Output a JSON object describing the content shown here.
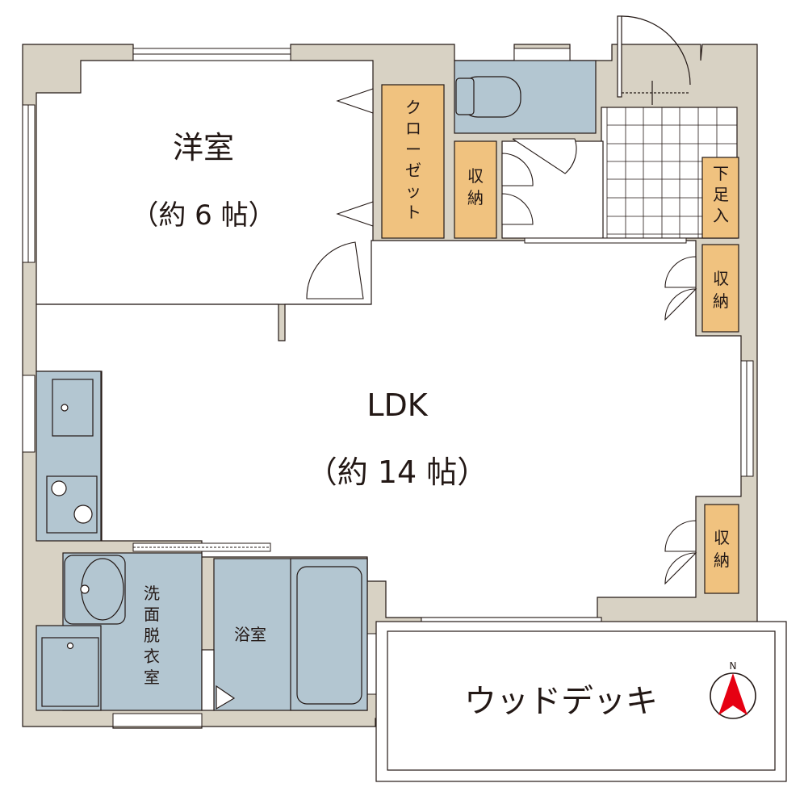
{
  "rooms": {
    "western": {
      "name": "洋室",
      "size": "（約 6 帖）"
    },
    "ldk": {
      "name": "LDK",
      "size": "（約 14 帖）"
    },
    "closet": {
      "c1": "ク",
      "c2": "ロ",
      "c3": "ー",
      "c4": "ゼ",
      "c5": "ッ",
      "c6": "ト"
    },
    "storage_top": {
      "c1": "収",
      "c2": "納"
    },
    "shoe_storage": {
      "c1": "下",
      "c2": "足",
      "c3": "入"
    },
    "storage_right_1": {
      "c1": "収",
      "c2": "納"
    },
    "storage_right_2": {
      "c1": "収",
      "c2": "納"
    },
    "washroom": {
      "c1": "洗",
      "c2": "面",
      "c3": "脱",
      "c4": "衣",
      "c5": "室"
    },
    "bathroom": {
      "name": "浴室"
    },
    "deck": {
      "name": "ウッドデッキ"
    }
  },
  "compass": {
    "label": "N"
  },
  "colors": {
    "wall": "#d8d2c4",
    "fixture": "#b3c6d1",
    "storage": "#f0c27f",
    "line": "#231815",
    "north_arrow": "#e60012"
  }
}
